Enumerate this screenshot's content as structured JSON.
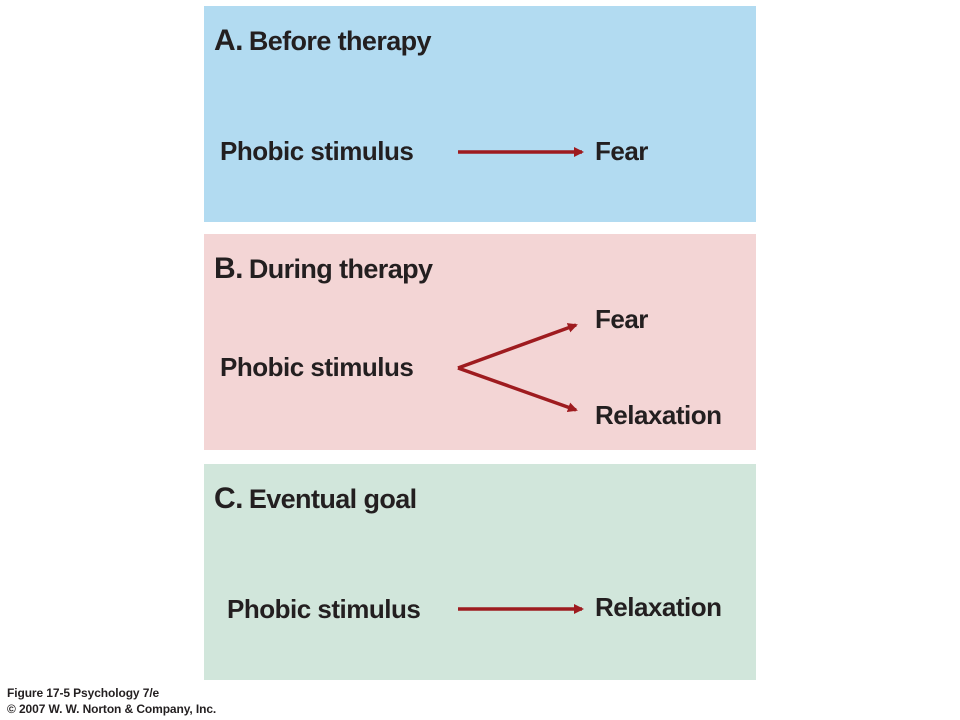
{
  "panels": [
    {
      "letter": "A.",
      "title": "Before therapy",
      "stimulus": "Phobic stimulus",
      "outcomes": [
        "Fear"
      ]
    },
    {
      "letter": "B.",
      "title": "During therapy",
      "stimulus": "Phobic stimulus",
      "outcomes": [
        "Fear",
        "Relaxation"
      ]
    },
    {
      "letter": "C.",
      "title": "Eventual goal",
      "stimulus": "Phobic stimulus",
      "outcomes": [
        "Relaxation"
      ]
    }
  ],
  "footer": {
    "figure": "Figure 17-5  Psychology 7/e",
    "copyright": "© 2007 W. W. Norton & Company, Inc."
  },
  "colors": {
    "panel_a_bg": "#b2dbf1",
    "panel_b_bg": "#f3d5d5",
    "panel_c_bg": "#d1e6db",
    "arrow": "#9e1b1f"
  }
}
